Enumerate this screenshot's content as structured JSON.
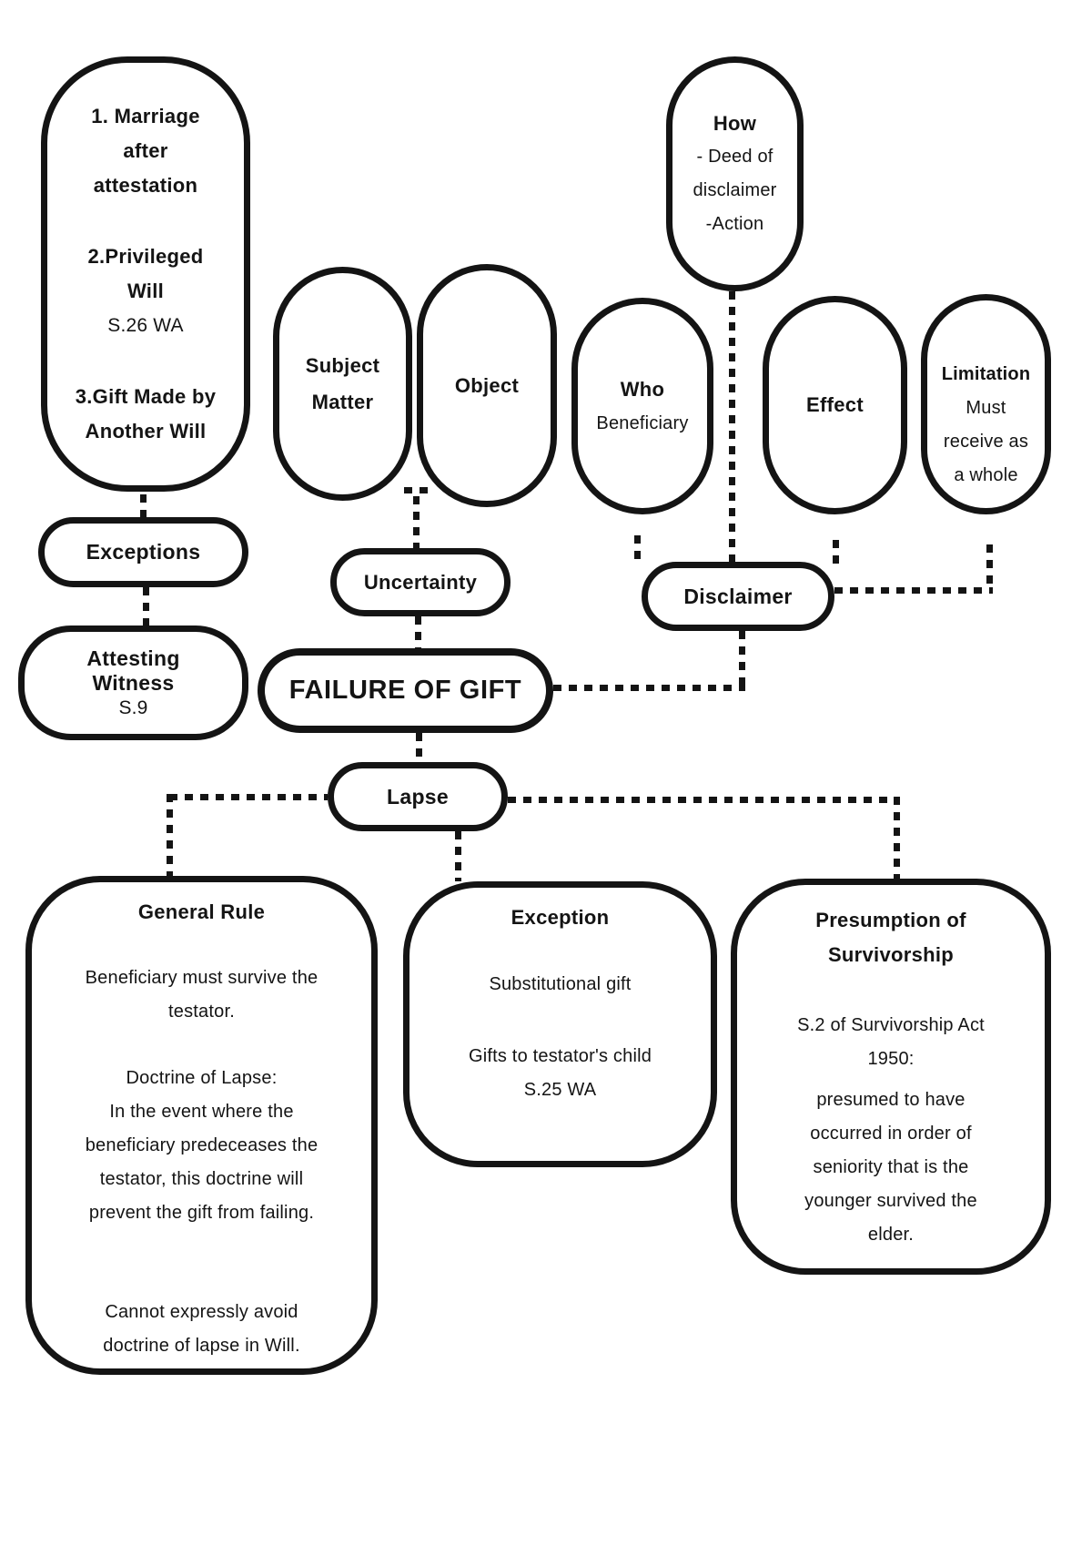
{
  "colors": {
    "ink": "#141414",
    "background": "#ffffff"
  },
  "nodes": {
    "marriage_list": {
      "group1": [
        "1. Marriage",
        "after",
        "attestation"
      ],
      "group2": [
        "2.Privileged",
        "Will"
      ],
      "group2_note": "S.26 WA",
      "group3": [
        "3.Gift Made by",
        "Another Will"
      ]
    },
    "exceptions": {
      "label": "Exceptions"
    },
    "attesting": {
      "title": [
        "Attesting",
        "Witness"
      ],
      "note": "S.9"
    },
    "subject": {
      "title": [
        "Subject",
        "Matter"
      ]
    },
    "object": {
      "label": "Object"
    },
    "who": {
      "title": "Who",
      "subtitle": "Beneficiary"
    },
    "how": {
      "title": "How",
      "lines": [
        "- Deed of",
        "disclaimer",
        "-Action"
      ]
    },
    "effect": {
      "title": "Effect"
    },
    "limitation": {
      "title": "Limitation",
      "lines": [
        "Must",
        "receive as",
        "a whole"
      ]
    },
    "disclaimer": {
      "label": "Disclaimer"
    },
    "uncertainty": {
      "label": "Uncertainty"
    },
    "failure": {
      "label": "FAILURE OF GIFT"
    },
    "lapse": {
      "label": "Lapse"
    },
    "general_rule": {
      "title": "General Rule",
      "p1": [
        "Beneficiary must survive the",
        "testator."
      ],
      "p2": [
        "Doctrine of Lapse:",
        "In the event where the",
        "beneficiary predeceases the",
        "testator, this doctrine will",
        "prevent the gift from failing."
      ],
      "p3": [
        "Cannot expressly avoid",
        "doctrine of lapse in Will."
      ]
    },
    "exception": {
      "title": "Exception",
      "p1": "Substitutional gift",
      "p2": [
        "Gifts to testator's child",
        "S.25 WA"
      ]
    },
    "presumption": {
      "title": [
        "Presumption of",
        "Survivorship"
      ],
      "p1": [
        "S.2 of Survivorship Act",
        "1950:"
      ],
      "p2": [
        "presumed to have",
        "occurred in order of",
        "seniority that is the",
        "younger survived the",
        "elder."
      ]
    }
  }
}
